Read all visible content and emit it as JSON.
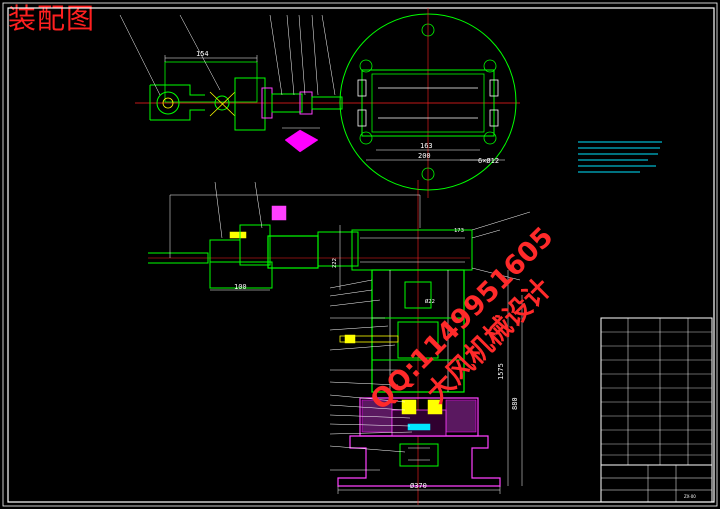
{
  "title": "装配图",
  "watermark": {
    "qq": "QQ:1149951605",
    "name": "大风机械设计"
  },
  "dimensions": {
    "top_width": "154",
    "flange_len": "163",
    "flange_total": "200",
    "holes": "6×Ø12",
    "side_dim": "100",
    "column_dim": "Ø22",
    "base_dim": "Ø370",
    "height_a": "1575",
    "height_b": "880",
    "col_a": "222",
    "col_b": "173"
  },
  "title_block": {
    "code": "ZX-00"
  },
  "colors": {
    "background": "#000000",
    "outline": "#00ff00",
    "dimension": "#ffffff",
    "centerline": "#ff2020",
    "part": "#ff40ff",
    "hatch": "#ff00ff",
    "border": "#ffffff",
    "yellow": "#ffff00",
    "cyan": "#00e5ff"
  }
}
